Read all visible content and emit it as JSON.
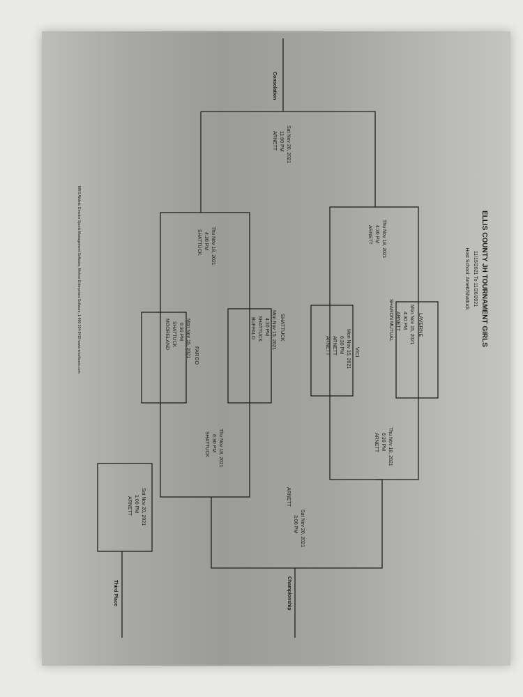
{
  "header": {
    "title": "ELLIS COUNTY JH TOURNAMENT GIRLS",
    "dates": "11/15/2021 To 11/20/2021",
    "host": "Host School: Arnett/Shattuck"
  },
  "games": {
    "laverne_game": [
      "Mon Nov 15, 2021",
      "4:30 PM",
      "ARNETT",
      "SHARON MUTUAL"
    ],
    "vici_game": [
      "Mon Nov 15, 2021",
      "6:30 PM",
      "ARNETT",
      "ARNETT"
    ],
    "shattuck_game": [
      "Mon Nov 15, 2021",
      "4:30 PM",
      "SHATTUCK",
      "BUFFALO"
    ],
    "fargo_game": [
      "Mon Nov 15, 2021",
      "6:30 PM",
      "SHATTUCK",
      "MOORELAND"
    ],
    "semi_top_left": [
      "Thu Nov 18, 2021",
      "4:30 PM",
      "ARNETT"
    ],
    "semi_top_right": [
      "Thu Nov 18, 2021",
      "6:30 PM",
      "ARNETT"
    ],
    "semi_bottom_left": [
      "Thu Nov 18, 2021",
      "4:30 PM",
      "SHATTUCK"
    ],
    "semi_bottom_right": [
      "Thu Nov 18, 2021",
      "6:30 PM",
      "SHATTUCK"
    ],
    "championship": [
      "Sat Nov 20, 2021",
      "3:00 PM",
      "ARNETT"
    ],
    "consolation": [
      "Sat Nov 20, 2021",
      "11:00 PM",
      "ARNETT"
    ],
    "third_place": [
      "Sat Nov 20, 2021",
      "1:00 PM",
      "ARNETT"
    ]
  },
  "teams": {
    "laverne": "LAVERNE",
    "vici": "VICI",
    "shattuck": "SHATTUCK",
    "fargo": "FARGO"
  },
  "labels": {
    "consolation": "Consolation",
    "championship": "Championship",
    "third_place": "Third Place"
  },
  "footer": "MRS Athletic Director Sports Management Software, Mehrer Enterprises Software, 1-866-334-8418 www.mrsoftware.com"
}
